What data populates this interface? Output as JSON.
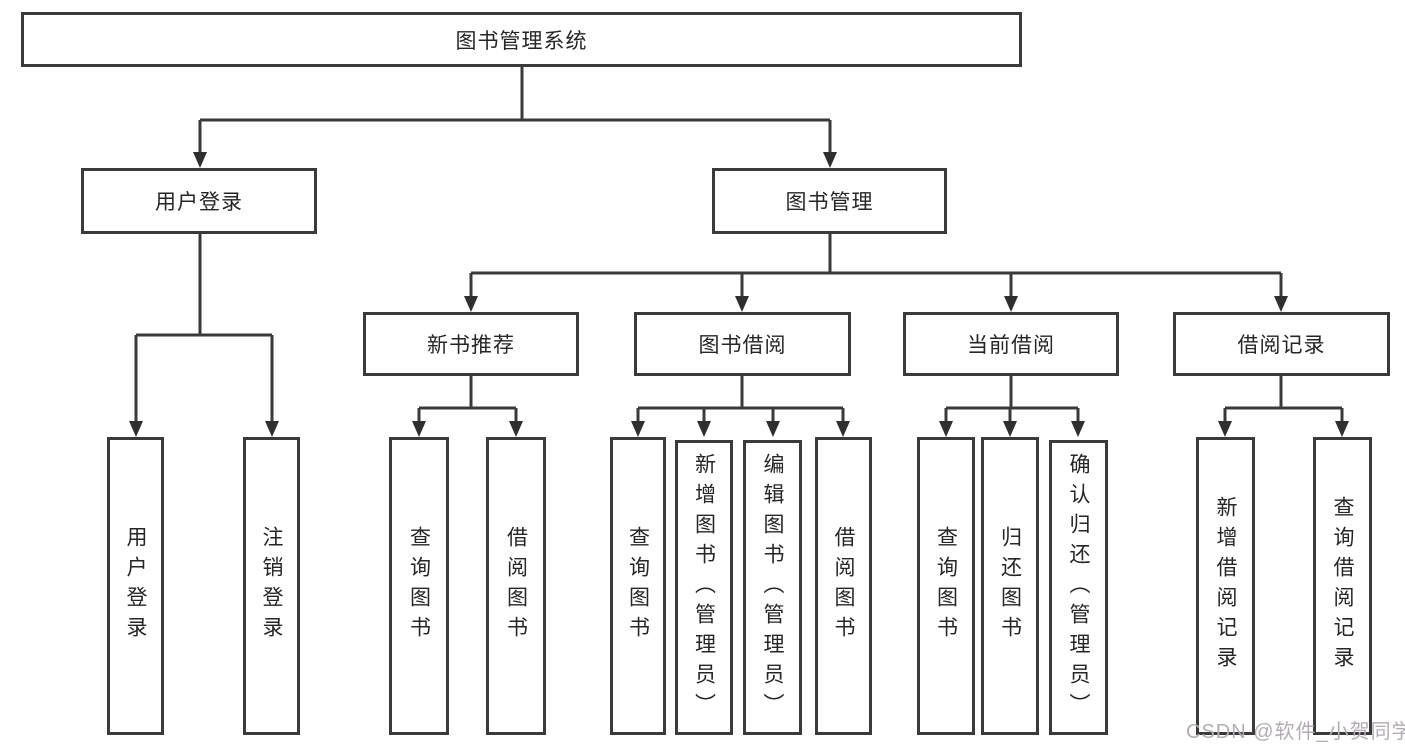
{
  "diagram": {
    "type": "hierarchy-tree",
    "colors": {
      "background": "#ffffff",
      "box_border": "#3a3a3a",
      "box_fill": "#ffffff",
      "connector": "#3a3a3a",
      "text": "#262626",
      "watermark": "#b3adb3"
    },
    "nodes": {
      "root": {
        "label": "图书管理系统"
      },
      "user_login": {
        "label": "用户登录"
      },
      "book_mgmt": {
        "label": "图书管理"
      },
      "new_book_rec": {
        "label": "新书推荐"
      },
      "book_borrow": {
        "label": "图书借阅"
      },
      "current_borrow": {
        "label": "当前借阅"
      },
      "borrow_records": {
        "label": "借阅记录"
      },
      "leaf_user_login": {
        "label": "用户登录"
      },
      "leaf_logout": {
        "label": "注销登录"
      },
      "leaf_query_book_1": {
        "label": "查询图书"
      },
      "leaf_borrow_book_1": {
        "label": "借阅图书"
      },
      "leaf_query_book_2": {
        "label": "查询图书"
      },
      "leaf_add_book": {
        "label": "新增图书（管理员）"
      },
      "leaf_edit_book": {
        "label": "编辑图书（管理员）"
      },
      "leaf_borrow_book_2": {
        "label": "借阅图书"
      },
      "leaf_query_book_3": {
        "label": "查询图书"
      },
      "leaf_return_book": {
        "label": "归还图书"
      },
      "leaf_confirm_return": {
        "label": "确认归还（管理员）"
      },
      "leaf_add_record": {
        "label": "新增借阅记录"
      },
      "leaf_query_record": {
        "label": "查询借阅记录"
      }
    },
    "edges": [
      [
        "root",
        "user_login"
      ],
      [
        "root",
        "book_mgmt"
      ],
      [
        "user_login",
        "leaf_user_login"
      ],
      [
        "user_login",
        "leaf_logout"
      ],
      [
        "book_mgmt",
        "new_book_rec"
      ],
      [
        "book_mgmt",
        "book_borrow"
      ],
      [
        "book_mgmt",
        "current_borrow"
      ],
      [
        "book_mgmt",
        "borrow_records"
      ],
      [
        "new_book_rec",
        "leaf_query_book_1"
      ],
      [
        "new_book_rec",
        "leaf_borrow_book_1"
      ],
      [
        "book_borrow",
        "leaf_query_book_2"
      ],
      [
        "book_borrow",
        "leaf_add_book"
      ],
      [
        "book_borrow",
        "leaf_edit_book"
      ],
      [
        "book_borrow",
        "leaf_borrow_book_2"
      ],
      [
        "current_borrow",
        "leaf_query_book_3"
      ],
      [
        "current_borrow",
        "leaf_return_book"
      ],
      [
        "current_borrow",
        "leaf_confirm_return"
      ],
      [
        "borrow_records",
        "leaf_add_record"
      ],
      [
        "borrow_records",
        "leaf_query_record"
      ]
    ],
    "watermark": {
      "text": "CSDN @软件_小贺同学"
    }
  }
}
